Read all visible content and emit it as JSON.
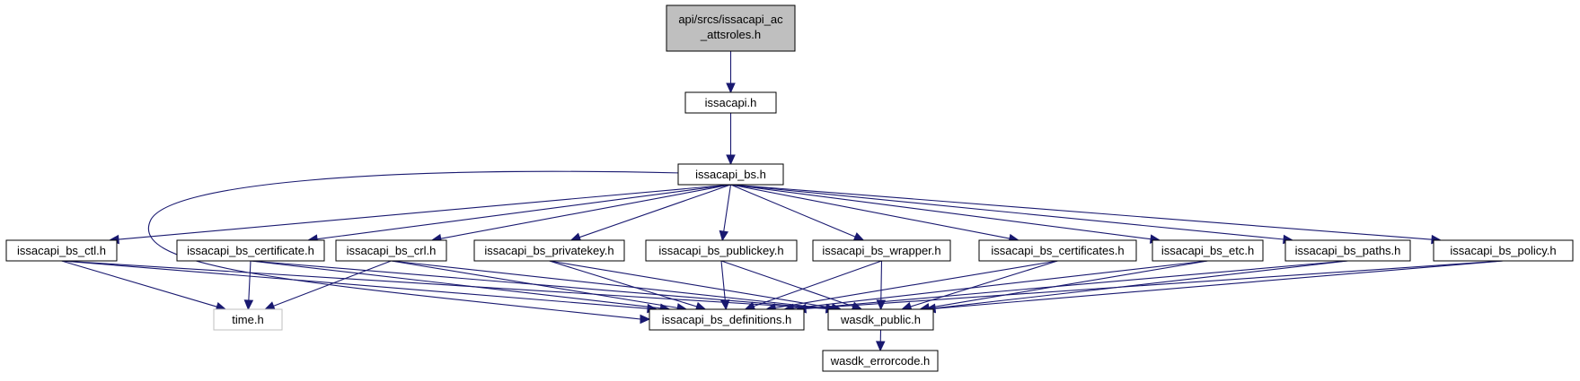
{
  "colors": {
    "edge": "#191970",
    "node_border": "#000000",
    "node_fill": "#ffffff",
    "root_fill": "#bfbfbf",
    "external_border": "#bfbfbf",
    "text": "#000000"
  },
  "nodes": [
    {
      "id": "root",
      "label": "api/srcs/issacapi_ac",
      "label2": "_attsroles.h",
      "style": "root"
    },
    {
      "id": "issacapi",
      "label": "issacapi.h",
      "style": "normal"
    },
    {
      "id": "bs",
      "label": "issacapi_bs.h",
      "style": "normal"
    },
    {
      "id": "ctl",
      "label": "issacapi_bs_ctl.h",
      "style": "normal"
    },
    {
      "id": "certificate",
      "label": "issacapi_bs_certificate.h",
      "style": "normal"
    },
    {
      "id": "crl",
      "label": "issacapi_bs_crl.h",
      "style": "normal"
    },
    {
      "id": "privatekey",
      "label": "issacapi_bs_privatekey.h",
      "style": "normal"
    },
    {
      "id": "publickey",
      "label": "issacapi_bs_publickey.h",
      "style": "normal"
    },
    {
      "id": "wrapper",
      "label": "issacapi_bs_wrapper.h",
      "style": "normal"
    },
    {
      "id": "certificates",
      "label": "issacapi_bs_certificates.h",
      "style": "normal"
    },
    {
      "id": "etc",
      "label": "issacapi_bs_etc.h",
      "style": "normal"
    },
    {
      "id": "paths",
      "label": "issacapi_bs_paths.h",
      "style": "normal"
    },
    {
      "id": "policy",
      "label": "issacapi_bs_policy.h",
      "style": "normal"
    },
    {
      "id": "time",
      "label": "time.h",
      "style": "external"
    },
    {
      "id": "definitions",
      "label": "issacapi_bs_definitions.h",
      "style": "normal"
    },
    {
      "id": "wasdk_public",
      "label": "wasdk_public.h",
      "style": "normal"
    },
    {
      "id": "wasdk_errorcode",
      "label": "wasdk_errorcode.h",
      "style": "normal"
    }
  ],
  "edges": [
    [
      "root",
      "issacapi"
    ],
    [
      "issacapi",
      "bs"
    ],
    [
      "bs",
      "ctl"
    ],
    [
      "bs",
      "certificate"
    ],
    [
      "bs",
      "crl"
    ],
    [
      "bs",
      "privatekey"
    ],
    [
      "bs",
      "publickey"
    ],
    [
      "bs",
      "wrapper"
    ],
    [
      "bs",
      "certificates"
    ],
    [
      "bs",
      "etc"
    ],
    [
      "bs",
      "paths"
    ],
    [
      "bs",
      "policy"
    ],
    [
      "bs",
      "definitions"
    ],
    [
      "ctl",
      "time"
    ],
    [
      "ctl",
      "definitions"
    ],
    [
      "ctl",
      "wasdk_public"
    ],
    [
      "certificate",
      "time"
    ],
    [
      "certificate",
      "definitions"
    ],
    [
      "certificate",
      "wasdk_public"
    ],
    [
      "crl",
      "time"
    ],
    [
      "crl",
      "definitions"
    ],
    [
      "crl",
      "wasdk_public"
    ],
    [
      "privatekey",
      "definitions"
    ],
    [
      "privatekey",
      "wasdk_public"
    ],
    [
      "publickey",
      "definitions"
    ],
    [
      "publickey",
      "wasdk_public"
    ],
    [
      "wrapper",
      "definitions"
    ],
    [
      "wrapper",
      "wasdk_public"
    ],
    [
      "certificates",
      "definitions"
    ],
    [
      "certificates",
      "wasdk_public"
    ],
    [
      "etc",
      "definitions"
    ],
    [
      "etc",
      "wasdk_public"
    ],
    [
      "paths",
      "definitions"
    ],
    [
      "paths",
      "wasdk_public"
    ],
    [
      "policy",
      "definitions"
    ],
    [
      "policy",
      "wasdk_public"
    ],
    [
      "wasdk_public",
      "wasdk_errorcode"
    ]
  ]
}
